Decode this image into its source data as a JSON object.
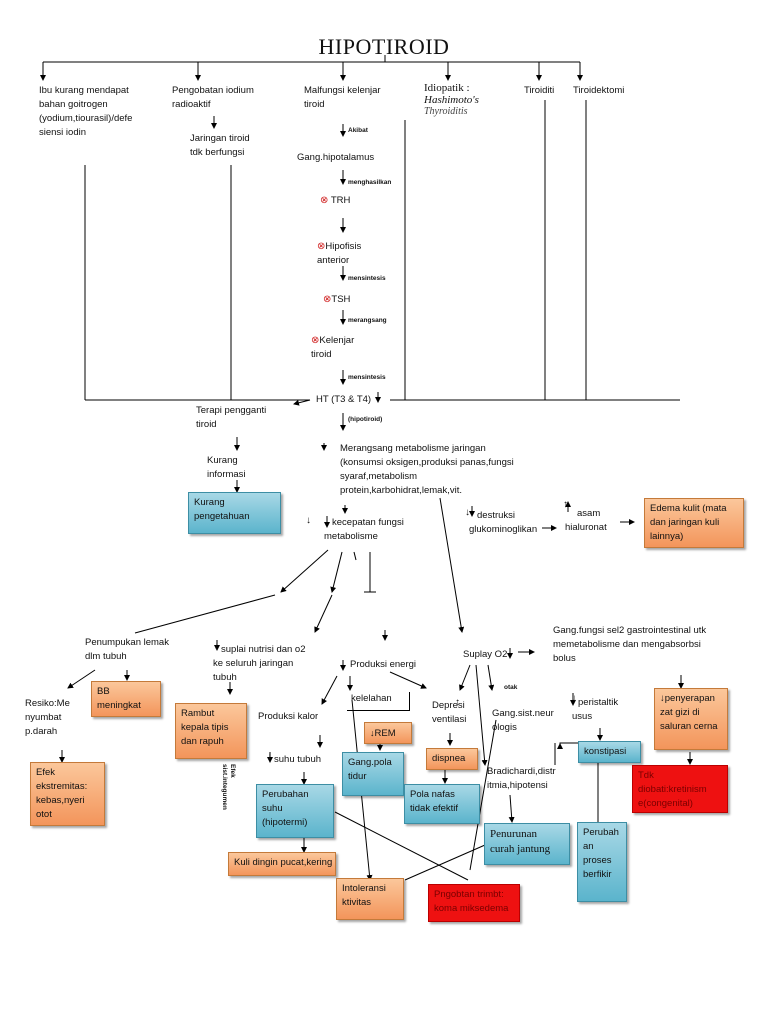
{
  "title": "HIPOTIROID",
  "causes": {
    "c1": [
      "Ibu kurang mendapat",
      "bahan goitrogen",
      "(yodium,tiourasil)/defe",
      "siensi iodin"
    ],
    "c2": [
      "Pengobatan iodium",
      "radioaktif"
    ],
    "c2b": [
      "Jaringan tiroid",
      "tdk berfungsi"
    ],
    "c3": [
      "Malfungsi kelenjar",
      "tiroid"
    ],
    "c4a": "Idiopatik :",
    "c4b": "Hashimoto's",
    "c4c": "Thyroiditis",
    "c5": "Tiroiditi",
    "c6": "Tiroidektomi"
  },
  "chain": {
    "akibat": "Akibat",
    "hipotalamus": "Gang.hipotalamus",
    "menghasilkan": "menghasilkan",
    "trh": "TRH",
    "hipofisis": [
      "Hipofisis",
      "anterior"
    ],
    "mensintesis1": "mensintesis",
    "tsh": "TSH",
    "merangsang": "merangsang",
    "kelenjar": [
      "Kelenjar",
      "tiroid"
    ],
    "mensintesis2": "mensintesis",
    "ht": "HT (T3 & T4)",
    "hipotiroid": "(hipotiroid)"
  },
  "left": {
    "terapi": [
      "Terapi pengganti",
      "tiroid"
    ],
    "kurang_info": [
      "Kurang",
      "informasi"
    ],
    "kurang_pengetahuan": [
      "Kurang",
      "pengetahuan"
    ]
  },
  "metabolism": [
    "Merangsang metabolisme jaringan",
    "(konsumsi oksigen,produksi panas,fungsi",
    "syaraf,metabolism",
    "protein,karbohidrat,lemak,vit."
  ],
  "kecepatan": [
    "kecepatan fungsi",
    "metabolisme"
  ],
  "destruksi": [
    "destruksi",
    "glukominoglikan"
  ],
  "asam": [
    "asam",
    "hialuronat"
  ],
  "edema": [
    "Edema kulit (mata",
    "dan jaringan kuli",
    "lainnya)"
  ],
  "penumpukan": [
    "Penumpukan lemak",
    "dlm tubuh"
  ],
  "bb": [
    "BB",
    "meningkat"
  ],
  "resiko": [
    "Resiko:Me",
    "nyumbat",
    "p.darah"
  ],
  "efek_eks": [
    "Efek",
    "ekstremitas:",
    "kebas,nyeri",
    "otot"
  ],
  "suplai": [
    "suplai nutrisi dan o2",
    "ke seluruh jaringan",
    "tubuh"
  ],
  "rambut": [
    "Rambut",
    "kepala tipis",
    "dan rapuh"
  ],
  "efek_integ": [
    "Efek",
    "sist.integumen"
  ],
  "produksi_energi": "Produksi energi",
  "kelelahan": "kelelahan",
  "produksi_kalor": "Produksi kalor",
  "suhu_tubuh": "suhu tubuh",
  "perubahan_suhu": [
    "Perubahan",
    "suhu",
    "(hipotermi)"
  ],
  "kulit_dingin": "Kuli dingin pucat,kering",
  "intoleransi": [
    "Intoleransi",
    "ktivitas"
  ],
  "rem": "REM",
  "gang_pola_tidur": [
    "Gang.pola",
    "tidur"
  ],
  "depresi": [
    "Depresi",
    "ventilasi"
  ],
  "dispnea": "dispnea",
  "pola_nafas": [
    "Pola nafas",
    "tidak efektif"
  ],
  "suplay_o2": "Suplay O2",
  "otak": "otak",
  "gang_saraf": [
    "Gang.sist.neur",
    "ologis"
  ],
  "bradicardi": [
    "Bradichardi,distr",
    "itmia,hipotensi"
  ],
  "penurunan_cj": [
    "Penurunan",
    "curah jantung"
  ],
  "pengobatan_trimbt": [
    "Pngobtan trimbt:",
    "koma miksedema"
  ],
  "gastro": [
    "Gang.fungsi sel2 gastrointestinal utk",
    "memetabolisme dan mengabsorbsi",
    "bolus"
  ],
  "peristaltik": [
    "peristaltik",
    "usus"
  ],
  "konstipasi": "konstipasi",
  "perubah_proses": [
    "Perubah",
    "an",
    "proses",
    "berfikir"
  ],
  "penyerapan": [
    "penyerapan",
    "zat gizi di",
    "saluran cerna"
  ],
  "kretinisme": [
    "Tdk",
    "diobati:kretinism",
    "e(congenital)"
  ],
  "colors": {
    "orange": "#f3955b",
    "blue": "#5bb4cc",
    "red": "#ee1111"
  }
}
